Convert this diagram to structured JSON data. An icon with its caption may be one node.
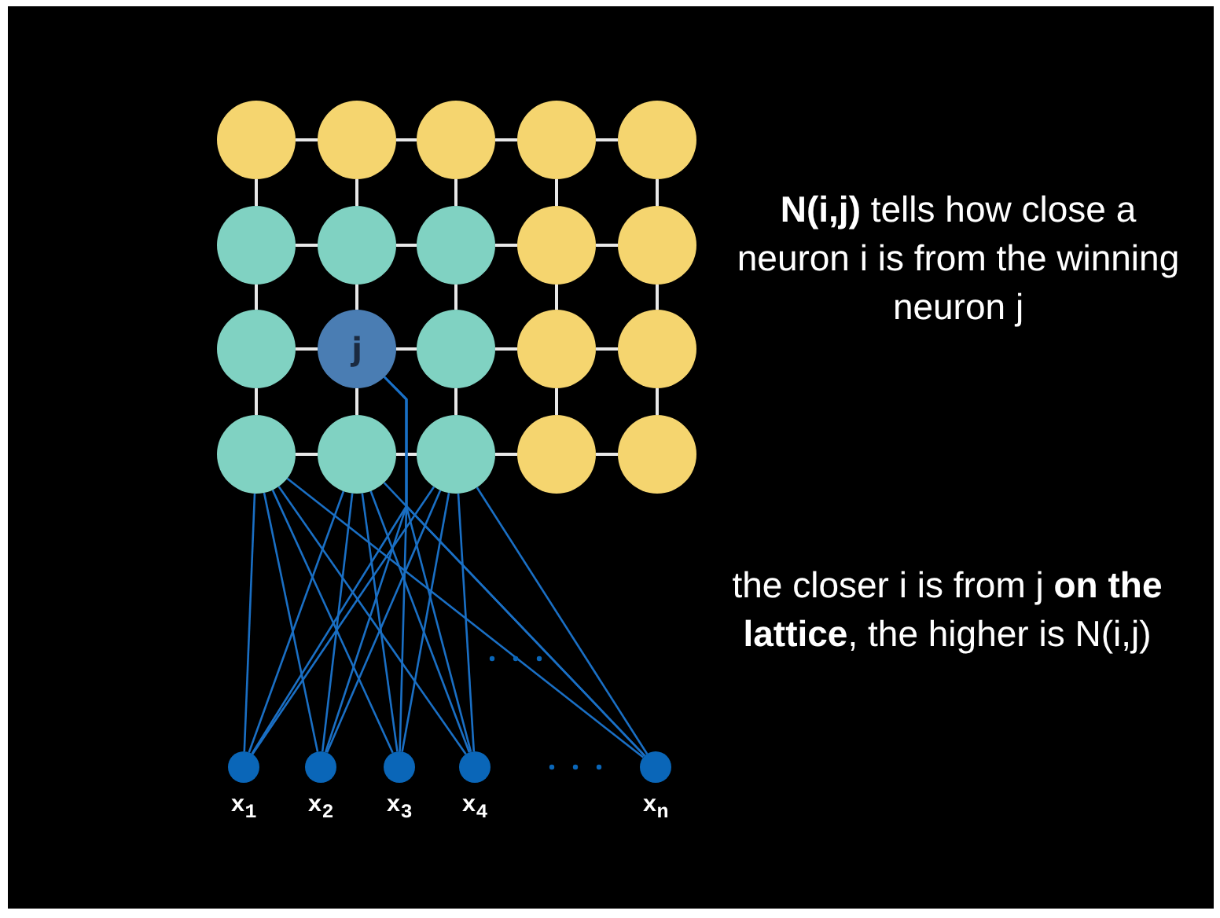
{
  "diagram": {
    "nodes": [
      {
        "text": [],
        "shape": "circle"
      },
      {
        "text": [],
        "shape": "circle"
      },
      {
        "text": [],
        "shape": "circle"
      },
      {
        "text": [],
        "shape": "circle"
      },
      {
        "text": [],
        "shape": "circle"
      },
      {
        "text": [],
        "shape": "circle"
      },
      {
        "text": [],
        "shape": "circle"
      },
      {
        "text": [],
        "shape": "circle"
      },
      {
        "text": [],
        "shape": "circle"
      },
      {
        "text": [],
        "shape": "circle"
      },
      {
        "text": [],
        "shape": "circle"
      },
      {
        "text": [
          "j"
        ]
      },
      {
        "text": [],
        "shape": "circle"
      },
      {
        "text": [],
        "shape": "circle"
      },
      {
        "text": [],
        "shape": "circle"
      },
      {
        "text": [],
        "shape": "circle"
      },
      {
        "text": [],
        "shape": "circle"
      },
      {
        "text": [],
        "shape": "circle"
      },
      {
        "text": [],
        "shape": "circle"
      },
      {
        "text": [],
        "shape": "circle"
      },
      {
        "text": [],
        "shape": "circle",
        "beside": [
          "x$_{1}$"
        ]
      },
      {
        "text": [],
        "shape": "circle",
        "beside": [
          "x$_{2}$"
        ]
      },
      {
        "text": [],
        "shape": "circle",
        "beside": [
          "x$_{3}$"
        ]
      },
      {
        "text": [],
        "shape": "circle",
        "beside": [
          "x$_{4}$"
        ]
      },
      {
        "text": [],
        "shape": "circle",
        "beside": [
          "x$_{n}$"
        ]
      }
    ],
    "edges": [
      {
        "from": 0,
        "to": 1,
        "arrow": "none"
      },
      {
        "from": 1,
        "to": 2,
        "arrow": "none"
      },
      {
        "from": 2,
        "to": 3,
        "arrow": "none"
      },
      {
        "from": 3,
        "to": 4,
        "arrow": "none"
      },
      {
        "from": 5,
        "to": 6,
        "arrow": "none"
      },
      {
        "from": 6,
        "to": 7,
        "arrow": "none"
      },
      {
        "from": 7,
        "to": 8,
        "arrow": "none"
      },
      {
        "from": 8,
        "to": 9,
        "arrow": "none"
      },
      {
        "from": 10,
        "to": 11,
        "arrow": "none"
      },
      {
        "from": 11,
        "to": 12,
        "arrow": "none"
      },
      {
        "from": 12,
        "to": 13,
        "arrow": "none"
      },
      {
        "from": 13,
        "to": 14,
        "arrow": "none"
      },
      {
        "from": 15,
        "to": 16,
        "arrow": "none"
      },
      {
        "from": 16,
        "to": 17,
        "arrow": "none"
      },
      {
        "from": 17,
        "to": 18,
        "arrow": "none"
      },
      {
        "from": 18,
        "to": 19,
        "arrow": "none"
      },
      {
        "from": 0,
        "to": 5,
        "arrow": "none"
      },
      {
        "from": 1,
        "to": 6,
        "arrow": "none"
      },
      {
        "from": 2,
        "to": 7,
        "arrow": "none"
      },
      {
        "from": 3,
        "to": 8,
        "arrow": "none"
      },
      {
        "from": 4,
        "to": 9,
        "arrow": "none"
      },
      {
        "from": 5,
        "to": 10,
        "arrow": "none"
      },
      {
        "from": 6,
        "to": 11,
        "arrow": "none"
      },
      {
        "from": 7,
        "to": 12,
        "arrow": "none"
      },
      {
        "from": 8,
        "to": 13,
        "arrow": "none"
      },
      {
        "from": 9,
        "to": 14,
        "arrow": "none"
      },
      {
        "from": 10,
        "to": 15,
        "arrow": "none"
      },
      {
        "from": 11,
        "to": 16,
        "arrow": "none"
      },
      {
        "from": 12,
        "to": 17,
        "arrow": "none"
      },
      {
        "from": 13,
        "to": 18,
        "arrow": "none"
      },
      {
        "from": 14,
        "to": 19,
        "arrow": "none"
      },
      {
        "from": 20,
        "to": 15,
        "arrow": "none",
        "color": "#1a6fc4"
      },
      {
        "from": 20,
        "to": 16,
        "arrow": "none",
        "color": "#1a6fc4"
      },
      {
        "from": 20,
        "to": 17,
        "arrow": "none",
        "color": "#1a6fc4"
      },
      {
        "from": 20,
        "to": 11,
        "arrow": "none",
        "color": "#1a6fc4"
      },
      {
        "from": 21,
        "to": 15,
        "arrow": "none",
        "color": "#1a6fc4"
      },
      {
        "from": 21,
        "to": 16,
        "arrow": "none",
        "color": "#1a6fc4"
      },
      {
        "from": 21,
        "to": 17,
        "arrow": "none",
        "color": "#1a6fc4"
      },
      {
        "from": 21,
        "to": 11,
        "arrow": "none",
        "color": "#1a6fc4"
      },
      {
        "from": 22,
        "to": 15,
        "arrow": "none",
        "color": "#1a6fc4"
      },
      {
        "from": 22,
        "to": 16,
        "arrow": "none",
        "color": "#1a6fc4"
      },
      {
        "from": 22,
        "to": 17,
        "arrow": "none",
        "color": "#1a6fc4"
      },
      {
        "from": 22,
        "to": 11,
        "arrow": "none",
        "color": "#1a6fc4"
      },
      {
        "from": 23,
        "to": 15,
        "arrow": "none",
        "color": "#1a6fc4"
      },
      {
        "from": 23,
        "to": 16,
        "arrow": "none",
        "color": "#1a6fc4"
      },
      {
        "from": 23,
        "to": 17,
        "arrow": "none",
        "color": "#1a6fc4"
      },
      {
        "from": 23,
        "to": 11,
        "arrow": "none",
        "color": "#1a6fc4"
      },
      {
        "from": 24,
        "to": 15,
        "arrow": "none",
        "color": "#1a6fc4"
      },
      {
        "from": 24,
        "to": 16,
        "arrow": "none",
        "color": "#1a6fc4"
      },
      {
        "from": 24,
        "to": 17,
        "arrow": "none",
        "color": "#1a6fc4"
      },
      {
        "from": 24,
        "to": 11,
        "arrow": "none",
        "color": "#1a6fc4"
      }
    ],
    "labels": [
      "**N(i,j)** tells how close a neuron i is from the winning neuron j",
      "the closer i is from j **on the lattice**, the higher is N(i,j)"
    ]
  }
}
